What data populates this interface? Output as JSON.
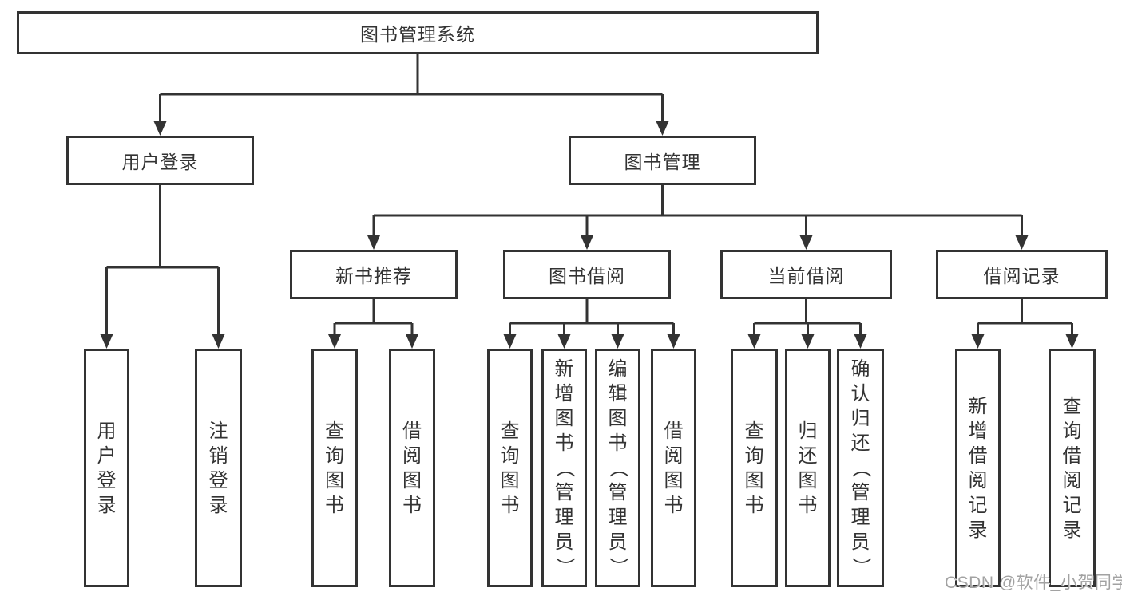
{
  "diagram": {
    "type": "tree",
    "title": "图书管理系统"
  },
  "nodes": {
    "root": {
      "label": "图书管理系统"
    },
    "user_login": {
      "label": "用户登录"
    },
    "book_mgmt": {
      "label": "图书管理"
    },
    "new_book_rec": {
      "label": "新书推荐"
    },
    "book_borrow": {
      "label": "图书借阅"
    },
    "current_borrow": {
      "label": "当前借阅"
    },
    "borrow_records": {
      "label": "借阅记录"
    },
    "u1": {
      "label": "用户登录"
    },
    "u2": {
      "label": "注销登录"
    },
    "n1": {
      "label": "查询图书"
    },
    "n2": {
      "label": "借阅图书"
    },
    "b1": {
      "label": "查询图书"
    },
    "b2": {
      "label": "新增图书（管理员）"
    },
    "b3": {
      "label": "编辑图书（管理员）"
    },
    "b4": {
      "label": "借阅图书"
    },
    "c1": {
      "label": "查询图书"
    },
    "c2": {
      "label": "归还图书"
    },
    "c3": {
      "label": "确认归还（管理员）"
    },
    "r1": {
      "label": "新增借阅记录"
    },
    "r2": {
      "label": "查询借阅记录"
    }
  },
  "edges": [
    [
      "root",
      "user_login"
    ],
    [
      "root",
      "book_mgmt"
    ],
    [
      "user_login",
      "u1"
    ],
    [
      "user_login",
      "u2"
    ],
    [
      "book_mgmt",
      "new_book_rec"
    ],
    [
      "book_mgmt",
      "book_borrow"
    ],
    [
      "book_mgmt",
      "current_borrow"
    ],
    [
      "book_mgmt",
      "borrow_records"
    ],
    [
      "new_book_rec",
      "n1"
    ],
    [
      "new_book_rec",
      "n2"
    ],
    [
      "book_borrow",
      "b1"
    ],
    [
      "book_borrow",
      "b2"
    ],
    [
      "book_borrow",
      "b3"
    ],
    [
      "book_borrow",
      "b4"
    ],
    [
      "current_borrow",
      "c1"
    ],
    [
      "current_borrow",
      "c2"
    ],
    [
      "current_borrow",
      "c3"
    ],
    [
      "borrow_records",
      "r1"
    ],
    [
      "borrow_records",
      "r2"
    ]
  ],
  "watermark": {
    "text": "CSDN @软件_小贺同学"
  },
  "colors": {
    "background": "#ffffff",
    "box_border": "#333333",
    "box_fill": "#ffffff",
    "line": "#333333",
    "text": "#333333",
    "watermark": "#a2a2a2"
  }
}
